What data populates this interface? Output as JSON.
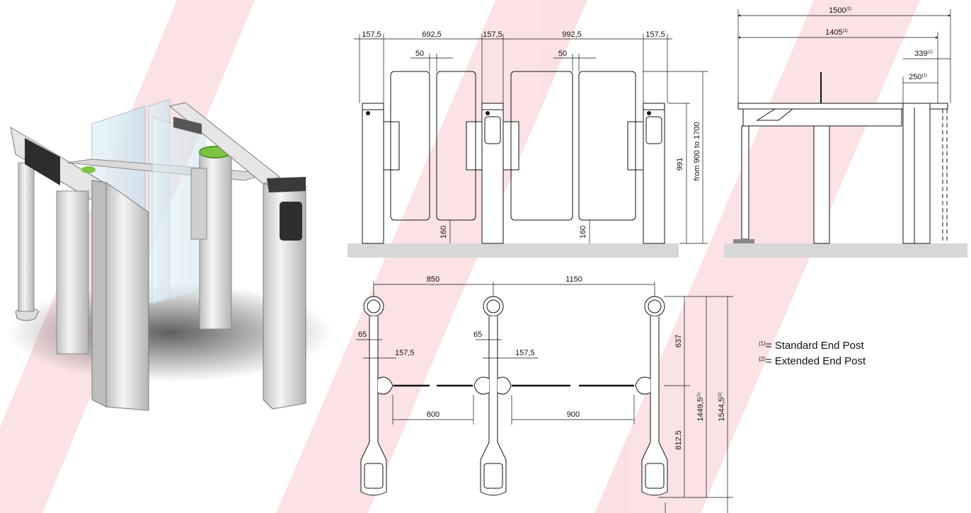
{
  "colors": {
    "accent_red": "#e2142a",
    "ground": "#d7d7d7",
    "glass": "#d8ecf4",
    "green_light": "#7dc242"
  },
  "front_view": {
    "top_dims": [
      "157,5",
      "692,5",
      "157,5",
      "992,5",
      "157,5"
    ],
    "gap_dims": [
      "50",
      "50"
    ],
    "low_dims": [
      "160",
      "160"
    ],
    "height_dim": "991",
    "height_range": "from 900 to 1700"
  },
  "side_view": {
    "extended_length": "1500",
    "extended_mark": "(2)",
    "standard_length": "1405",
    "standard_mark": "(1)",
    "extended_offset": "339",
    "standard_offset": "250"
  },
  "plan_view": {
    "spans": [
      "850",
      "1150"
    ],
    "post_offsets": [
      "65",
      "65"
    ],
    "post_widths": [
      "157,5",
      "157,5"
    ],
    "openings": [
      "600",
      "900"
    ],
    "upper_length": "637",
    "lower_length": "812,5",
    "total_standard": "1449,5",
    "total_extended": "1544,5"
  },
  "legend": [
    {
      "mark": "(1)",
      "text": "= Standard End Post"
    },
    {
      "mark": "(2)",
      "text": "= Extended End Post"
    }
  ]
}
